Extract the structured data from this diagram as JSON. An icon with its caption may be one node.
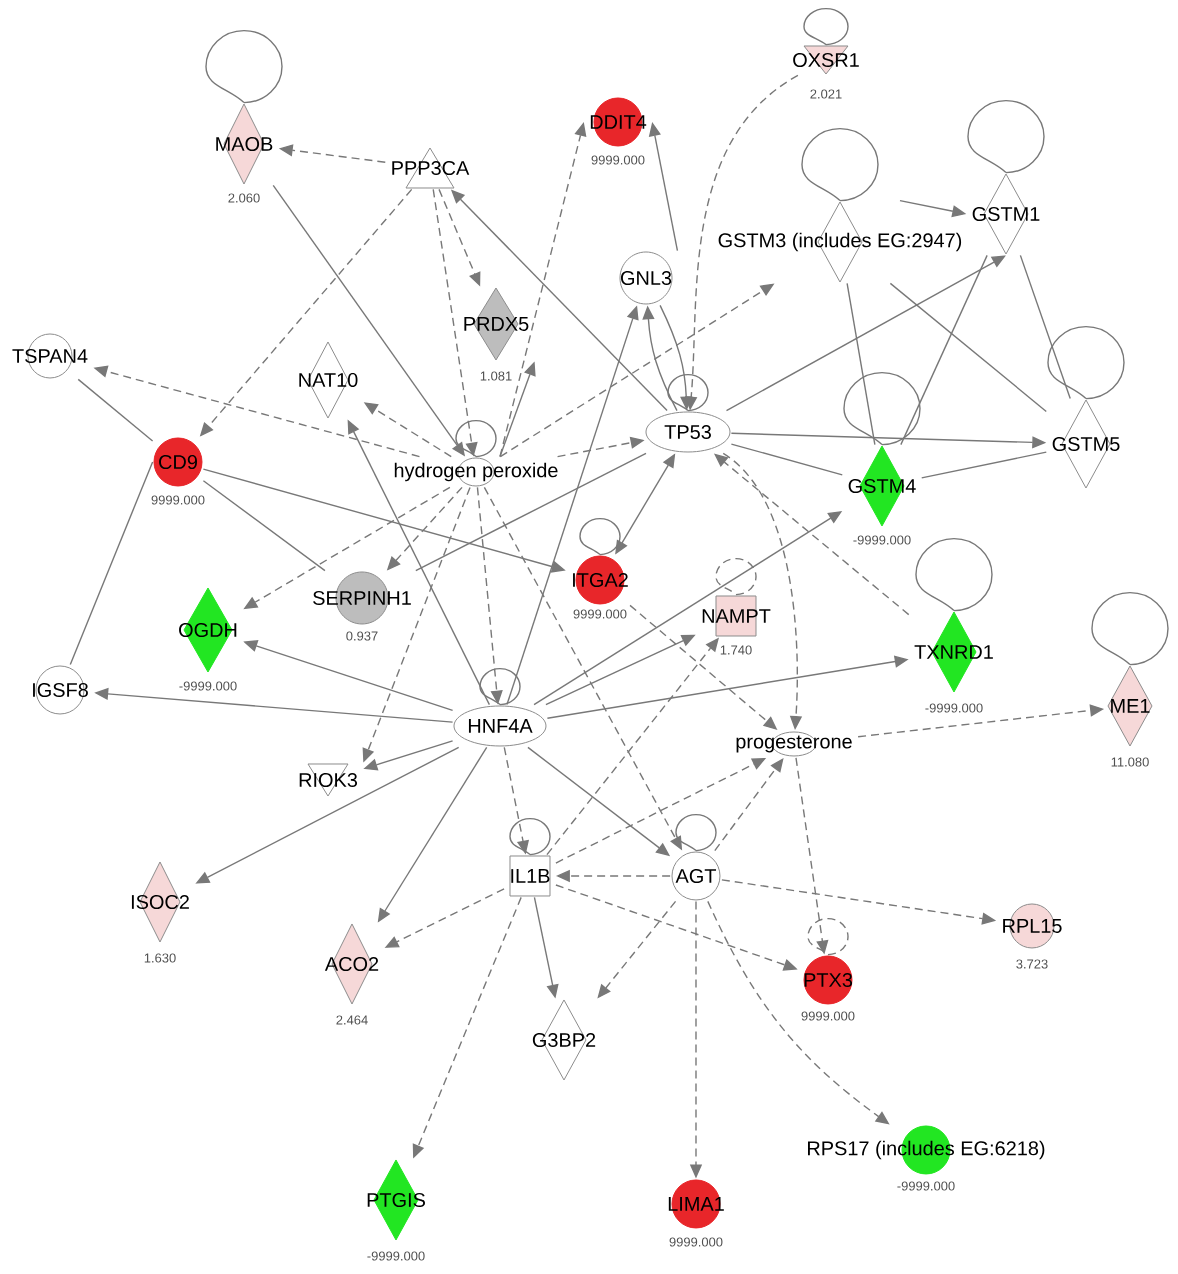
{
  "diagram": {
    "nodes": [
      {
        "text": [
          "MAOB"
        ],
        "beside": [
          "2.060"
        ]
      },
      {
        "text": [
          "PPP3CA"
        ]
      },
      {
        "text": [
          "DDIT4"
        ],
        "beside": [
          "9999.000"
        ]
      },
      {
        "text": [
          "OXSR1"
        ],
        "beside": [
          "2.021"
        ]
      },
      {
        "text": [
          "GNL3"
        ]
      },
      {
        "text": [
          "GSTM3 (includes EG:2947)"
        ]
      },
      {
        "text": [
          "GSTM1"
        ]
      },
      {
        "text": [
          "PRDX5"
        ],
        "beside": [
          "1.081"
        ]
      },
      {
        "text": [
          "NAT10"
        ]
      },
      {
        "text": [
          "TSPAN4"
        ]
      },
      {
        "text": [
          "TP53"
        ]
      },
      {
        "text": [
          "hydrogen peroxide"
        ]
      },
      {
        "text": [
          "GSTM5"
        ]
      },
      {
        "text": [
          "CD9"
        ],
        "beside": [
          "9999.000"
        ]
      },
      {
        "text": [
          "GSTM4"
        ],
        "beside": [
          "-9999.000"
        ]
      },
      {
        "text": [
          "ITGA2"
        ],
        "beside": [
          "9999.000"
        ]
      },
      {
        "text": [
          "NAMPT"
        ],
        "beside": [
          "1.740"
        ]
      },
      {
        "text": [
          "SERPINH1"
        ],
        "beside": [
          "0.937"
        ]
      },
      {
        "text": [
          "OGDH"
        ],
        "beside": [
          "-9999.000"
        ]
      },
      {
        "text": [
          "TXNRD1"
        ],
        "beside": [
          "-9999.000"
        ]
      },
      {
        "text": [
          "ME1"
        ],
        "beside": [
          "11.080"
        ]
      },
      {
        "text": [
          "IGSF8"
        ]
      },
      {
        "text": [
          "HNF4A"
        ]
      },
      {
        "text": [
          "progesterone"
        ]
      },
      {
        "text": [
          "RIOK3"
        ]
      },
      {
        "text": [
          "IL1B"
        ]
      },
      {
        "text": [
          "AGT"
        ]
      },
      {
        "text": [
          "ISOC2"
        ],
        "beside": [
          "1.630"
        ]
      },
      {
        "text": [
          "ACO2"
        ],
        "beside": [
          "2.464"
        ]
      },
      {
        "text": [
          "RPL15"
        ],
        "beside": [
          "3.723"
        ]
      },
      {
        "text": [
          "PTX3"
        ],
        "beside": [
          "9999.000"
        ]
      },
      {
        "text": [
          "G3BP2"
        ]
      },
      {
        "text": [
          "RPS17 (includes EG:6218)"
        ],
        "beside": [
          "-9999.000"
        ]
      },
      {
        "text": [
          "PTGIS"
        ],
        "beside": [
          "-9999.000"
        ]
      },
      {
        "text": [
          "LIMA1"
        ],
        "beside": [
          "9999.000"
        ]
      }
    ],
    "edges": [
      {
        "from": 0,
        "to": 0,
        "arrow": "none"
      },
      {
        "from": 1,
        "to": 0,
        "arrow": "to",
        "style": "dashed"
      },
      {
        "from": 0,
        "to": 11,
        "arrow": "to"
      },
      {
        "from": 1,
        "to": 13,
        "arrow": "to",
        "style": "dashed"
      },
      {
        "from": 1,
        "to": 7,
        "arrow": "to",
        "style": "dashed"
      },
      {
        "from": 10,
        "to": 1,
        "arrow": "to"
      },
      {
        "from": 1,
        "to": 11,
        "arrow": "to",
        "style": "dashed"
      },
      {
        "from": 11,
        "to": 7,
        "arrow": "to"
      },
      {
        "from": 11,
        "to": 2,
        "arrow": "to",
        "style": "dashed"
      },
      {
        "from": 4,
        "to": 2,
        "arrow": "to"
      },
      {
        "from": 10,
        "to": 4,
        "arrow": "to"
      },
      {
        "from": 4,
        "to": 10,
        "arrow": "to"
      },
      {
        "from": 22,
        "to": 4,
        "arrow": "to"
      },
      {
        "from": 3,
        "to": 3,
        "arrow": "none"
      },
      {
        "from": 3,
        "to": 10,
        "arrow": "to",
        "style": "dashed"
      },
      {
        "from": 5,
        "to": 5,
        "arrow": "none"
      },
      {
        "from": 11,
        "to": 5,
        "arrow": "to",
        "style": "dashed"
      },
      {
        "from": 5,
        "to": 6,
        "arrow": "to"
      },
      {
        "from": 5,
        "to": 14,
        "arrow": "none"
      },
      {
        "from": 5,
        "to": 12,
        "arrow": "none"
      },
      {
        "from": 6,
        "to": 6,
        "arrow": "none"
      },
      {
        "from": 6,
        "to": 14,
        "arrow": "none"
      },
      {
        "from": 6,
        "to": 12,
        "arrow": "none"
      },
      {
        "from": 10,
        "to": 6,
        "arrow": "to"
      },
      {
        "from": 10,
        "to": 10,
        "arrow": "none"
      },
      {
        "from": 10,
        "to": 12,
        "arrow": "to"
      },
      {
        "from": 10,
        "to": 14,
        "arrow": "none"
      },
      {
        "from": 12,
        "to": 12,
        "arrow": "none"
      },
      {
        "from": 14,
        "to": 12,
        "arrow": "none"
      },
      {
        "from": 14,
        "to": 14,
        "arrow": "none"
      },
      {
        "from": 22,
        "to": 14,
        "arrow": "to"
      },
      {
        "from": 11,
        "to": 11,
        "arrow": "none"
      },
      {
        "from": 11,
        "to": 9,
        "arrow": "to",
        "style": "dashed"
      },
      {
        "from": 11,
        "to": 8,
        "arrow": "to",
        "style": "dashed"
      },
      {
        "from": 22,
        "to": 8,
        "arrow": "to"
      },
      {
        "from": 11,
        "to": 10,
        "arrow": "to",
        "style": "dashed"
      },
      {
        "from": 11,
        "to": 17,
        "arrow": "to",
        "style": "dashed"
      },
      {
        "from": 11,
        "to": 18,
        "arrow": "to",
        "style": "dashed"
      },
      {
        "from": 11,
        "to": 24,
        "arrow": "to",
        "style": "dashed"
      },
      {
        "from": 11,
        "to": 22,
        "arrow": "to",
        "style": "dashed"
      },
      {
        "from": 11,
        "to": 26,
        "arrow": "to",
        "style": "dashed"
      },
      {
        "from": 9,
        "to": 13,
        "arrow": "none"
      },
      {
        "from": 13,
        "to": 21,
        "arrow": "none"
      },
      {
        "from": 13,
        "to": 17,
        "arrow": "none"
      },
      {
        "from": 13,
        "to": 15,
        "arrow": "to"
      },
      {
        "from": 17,
        "to": 10,
        "arrow": "none"
      },
      {
        "from": 15,
        "to": 15,
        "arrow": "none"
      },
      {
        "from": 15,
        "to": 10,
        "arrow": "both"
      },
      {
        "from": 16,
        "to": 16,
        "arrow": "none",
        "style": "dashed"
      },
      {
        "from": 22,
        "to": 16,
        "arrow": "to"
      },
      {
        "from": 19,
        "to": 19,
        "arrow": "none"
      },
      {
        "from": 22,
        "to": 19,
        "arrow": "to"
      },
      {
        "from": 19,
        "to": 10,
        "arrow": "to",
        "style": "dashed"
      },
      {
        "from": 20,
        "to": 20,
        "arrow": "none"
      },
      {
        "from": 23,
        "to": 20,
        "arrow": "to",
        "style": "dashed"
      },
      {
        "from": 22,
        "to": 18,
        "arrow": "to"
      },
      {
        "from": 22,
        "to": 21,
        "arrow": "to"
      },
      {
        "from": 22,
        "to": 22,
        "arrow": "none"
      },
      {
        "from": 22,
        "to": 24,
        "arrow": "to"
      },
      {
        "from": 10,
        "to": 23,
        "arrow": "to",
        "style": "dashed"
      },
      {
        "from": 15,
        "to": 23,
        "arrow": "to",
        "style": "dashed"
      },
      {
        "from": 25,
        "to": 23,
        "arrow": "to",
        "style": "dashed"
      },
      {
        "from": 26,
        "to": 23,
        "arrow": "to",
        "style": "dashed"
      },
      {
        "from": 25,
        "to": 25,
        "arrow": "none"
      },
      {
        "from": 26,
        "to": 26,
        "arrow": "none"
      },
      {
        "from": 22,
        "to": 25,
        "arrow": "to",
        "style": "dashed"
      },
      {
        "from": 22,
        "to": 26,
        "arrow": "to"
      },
      {
        "from": 26,
        "to": 25,
        "arrow": "to",
        "style": "dashed"
      },
      {
        "from": 25,
        "to": 16,
        "arrow": "to",
        "style": "dashed"
      },
      {
        "from": 22,
        "to": 27,
        "arrow": "to"
      },
      {
        "from": 22,
        "to": 28,
        "arrow": "to"
      },
      {
        "from": 25,
        "to": 28,
        "arrow": "to",
        "style": "dashed"
      },
      {
        "from": 26,
        "to": 29,
        "arrow": "to",
        "style": "dashed"
      },
      {
        "from": 23,
        "to": 30,
        "arrow": "to",
        "style": "dashed"
      },
      {
        "from": 25,
        "to": 30,
        "arrow": "to",
        "style": "dashed"
      },
      {
        "from": 30,
        "to": 30,
        "arrow": "none",
        "style": "dashed"
      },
      {
        "from": 25,
        "to": 31,
        "arrow": "to"
      },
      {
        "from": 26,
        "to": 31,
        "arrow": "to",
        "style": "dashed"
      },
      {
        "from": 26,
        "to": 32,
        "arrow": "to",
        "style": "dashed"
      },
      {
        "from": 25,
        "to": 33,
        "arrow": "to",
        "style": "dashed"
      },
      {
        "from": 26,
        "to": 34,
        "arrow": "to",
        "style": "dashed"
      }
    ]
  }
}
